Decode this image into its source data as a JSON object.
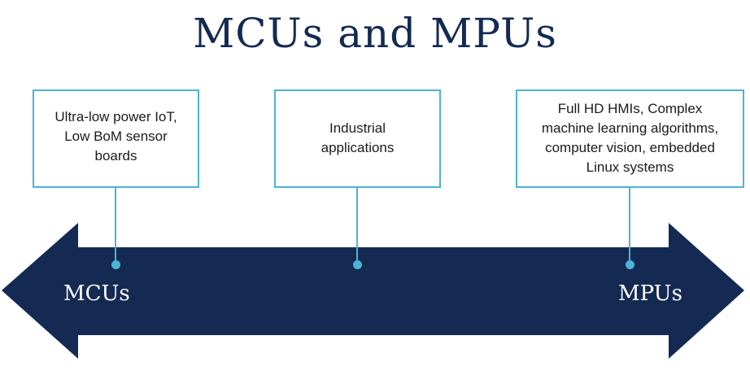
{
  "title": "MCUs and MPUs",
  "colors": {
    "arrow": "#152a52",
    "accent": "#4db3d8",
    "title": "#142a52"
  },
  "boxes": {
    "left": {
      "lines": [
        "Ultra-low power IoT,",
        "Low BoM sensor",
        "boards"
      ]
    },
    "middle": {
      "lines": [
        "Industrial",
        "applications"
      ]
    },
    "right": {
      "lines": [
        "Full HD HMIs, Complex",
        "machine learning algorithms,",
        "computer vision, embedded",
        "Linux systems"
      ]
    }
  },
  "arrow": {
    "left_label": "MCUs",
    "right_label": "MPUs"
  }
}
